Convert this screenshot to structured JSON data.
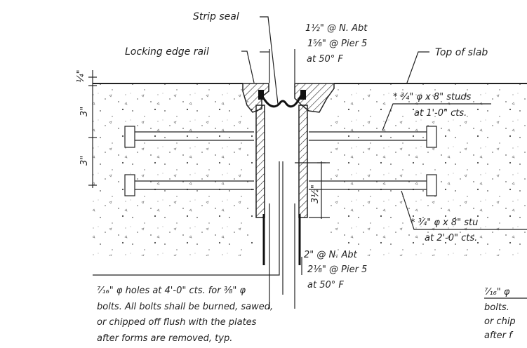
{
  "labels": {
    "strip_seal": "Strip seal",
    "locking_edge_rail": "Locking edge rail",
    "top_of_slab": "Top of slab",
    "gap_top_line1": "1½\" @ N. Abt",
    "gap_top_line2": "1⅝\" @ Pier 5",
    "gap_top_line3": "at 50° F",
    "gap_bot_line1": "2\" @ N. Abt",
    "gap_bot_line2": "2⅛\" @ Pier 5",
    "gap_bot_line3": "at 50° F",
    "studs_top_line1": "* ¾\" φ x 8\" studs",
    "studs_top_line2": "at 1'-0\" cts.",
    "studs_bot_line1": "* ¾\" φ x 8\" stu",
    "studs_bot_line2": "at 2'-0\" cts.",
    "dim_quarter": "¼\"",
    "dim_3_top": "3\"",
    "dim_3_bot": "3\"",
    "dim_3half": "3½\"",
    "note_line1": "⁷⁄₁₆\" φ holes at 4'-0\" cts. for ⅜\" φ",
    "note_line2": "bolts.  All bolts shall be burned, sawed,",
    "note_line3": "or chipped off flush with the plates",
    "note_line4": "after forms are removed, typ.",
    "note2_line1": "⁷⁄₁₆\" φ",
    "note2_line2": "bolts.",
    "note2_line3": "or chip",
    "note2_line4": "after f"
  },
  "colors": {
    "ink": "#222222",
    "background": "#ffffff"
  }
}
